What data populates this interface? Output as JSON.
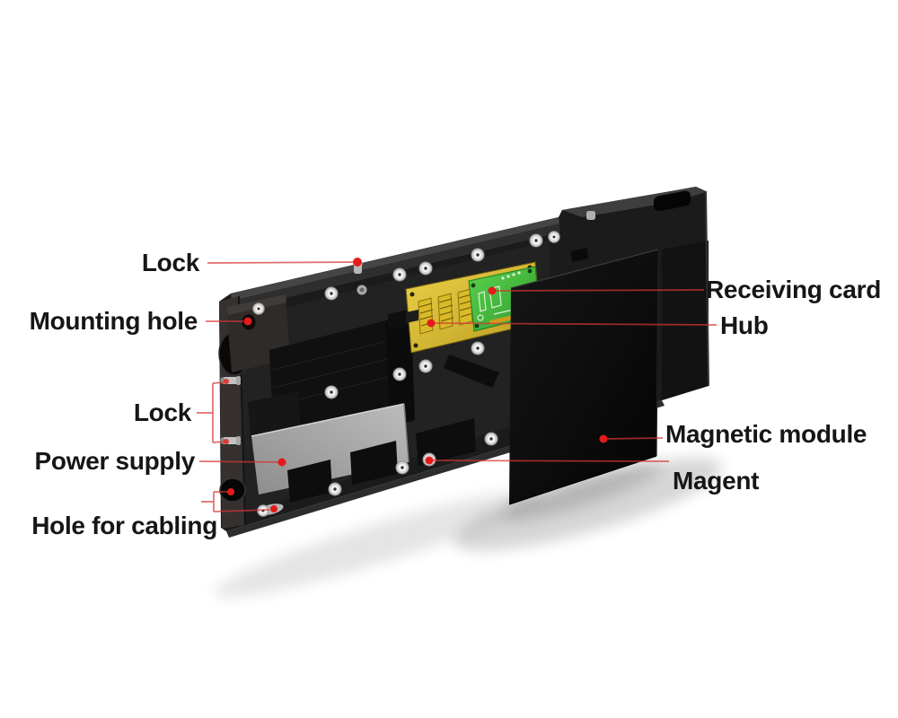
{
  "figure": {
    "type": "product-callout-diagram",
    "subject": "LED display panel cabinet - rear exploded view",
    "background": "#ffffff"
  },
  "colors": {
    "leader_line": "#d63434",
    "leader_dot": "#e41b1b",
    "label_text": "#161616",
    "cabinet_body": "#1b1b1b",
    "cabinet_edge": "#3c3c3c",
    "magnetic_module": "#0a0a0a",
    "hub_board": "#d8b92f",
    "receiving_card": "#47bf3e",
    "power_supply": "#a3a3a3",
    "background": "#ffffff"
  },
  "callouts": [
    {
      "id": "lock-top",
      "label": "Lock",
      "side": "left"
    },
    {
      "id": "mounting-hole",
      "label": "Mounting hole",
      "side": "left"
    },
    {
      "id": "lock-side",
      "label": "Lock",
      "side": "left"
    },
    {
      "id": "power-supply",
      "label": "Power supply",
      "side": "left"
    },
    {
      "id": "hole-for-cabling",
      "label": "Hole for cabling",
      "side": "left"
    },
    {
      "id": "receiving-card",
      "label": "Receiving card",
      "side": "right"
    },
    {
      "id": "hub",
      "label": "Hub",
      "side": "right"
    },
    {
      "id": "magnetic-module",
      "label": "Magnetic module",
      "side": "right"
    },
    {
      "id": "magent",
      "label": "Magent",
      "side": "right"
    }
  ]
}
